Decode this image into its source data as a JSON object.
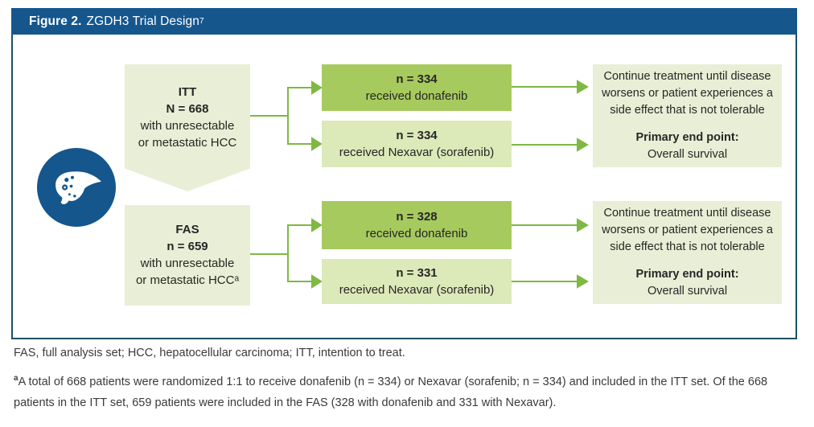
{
  "colors": {
    "header_bg": "#15568D",
    "frame_border": "#1E5063",
    "pale_green": "#E9EFD6",
    "medium_green": "#A6CA5E",
    "light_green": "#DCE9B8",
    "arrow_green": "#7FB843",
    "icon_circle_blue": "#15568D"
  },
  "header": {
    "fig_label": "Figure 2.",
    "title": "ZGDH3 Trial Design",
    "title_sup": "7"
  },
  "icons": {
    "liver": "liver-icon"
  },
  "flow": {
    "itt": {
      "line1": "ITT",
      "line2": "N = 668",
      "line3": "with unresectable",
      "line4": "or metastatic HCC"
    },
    "fas": {
      "line1": "FAS",
      "line2": "n = 659",
      "line3": "with unresectable",
      "line4": "or metastatic HCCᵃ"
    },
    "itt_donafenib": {
      "n": "n = 334",
      "label": "received donafenib"
    },
    "itt_nexavar": {
      "n": "n = 334",
      "label": "received Nexavar (sorafenib)"
    },
    "fas_donafenib": {
      "n": "n = 328",
      "label": "received donafenib"
    },
    "fas_nexavar": {
      "n": "n = 331",
      "label": "received Nexavar (sorafenib)"
    },
    "outcome_itt": {
      "continue_text": "Continue treatment until disease worsens or patient experiences a side effect that is not tolerable",
      "primary_label": "Primary end point:",
      "primary_value": "Overall survival"
    },
    "outcome_fas": {
      "continue_text": "Continue treatment until disease worsens or patient experiences a side effect that is not tolerable",
      "primary_label": "Primary end point:",
      "primary_value": "Overall survival"
    }
  },
  "footnotes": {
    "abbreviations": "FAS, full analysis set; HCC, hepatocellular carcinoma; ITT, intention to treat.",
    "note_sup": "a",
    "note_text": "A total of 668 patients were randomized 1:1 to receive donafenib (n = 334) or Nexavar (sorafenib; n = 334) and included in the ITT set. Of the 668 patients in the ITT set, 659 patients were included in the FAS (328 with donafenib and 331 with Nexavar)."
  }
}
